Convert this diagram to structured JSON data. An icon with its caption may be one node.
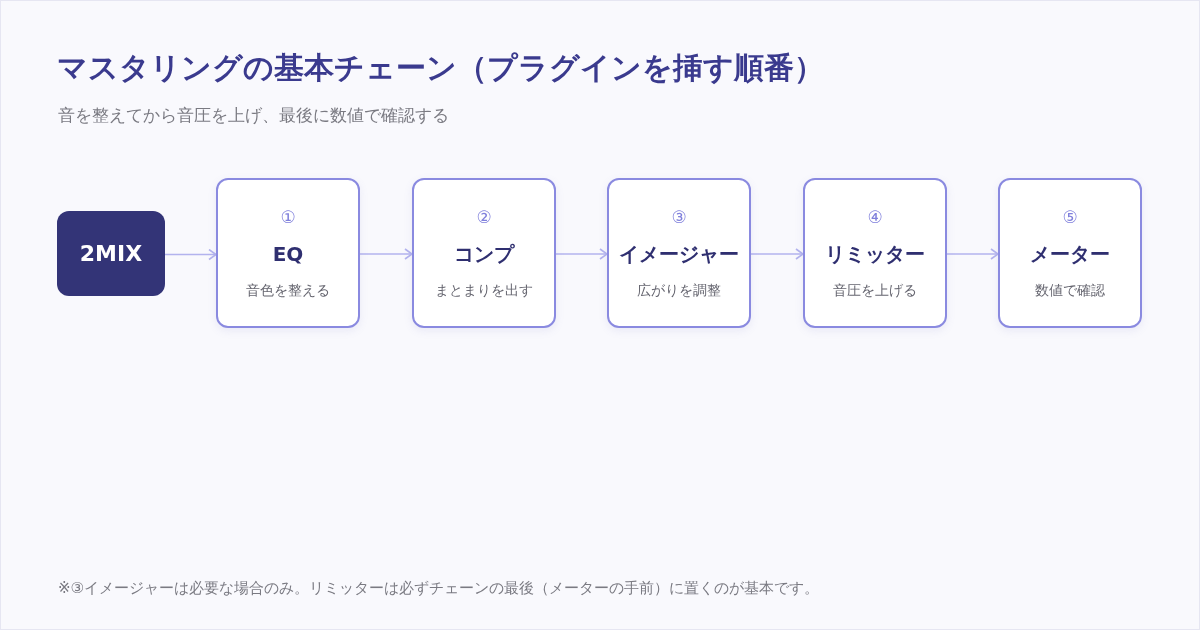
{
  "diagram": {
    "title": "マスタリングの基本チェーン（プラグインを挿す順番）",
    "nodes": [
      {
        "text": [
          "2MIX"
        ]
      },
      {
        "text": [
          "①",
          "EQ",
          "音色を整える"
        ]
      },
      {
        "text": [
          "②",
          "コンプ",
          "まとまりを出す"
        ]
      },
      {
        "text": [
          "③",
          "イメージャー",
          "広がりを調整"
        ]
      },
      {
        "text": [
          "④",
          "リミッター",
          "音圧を上げる"
        ]
      },
      {
        "text": [
          "⑤",
          "メーター",
          "数値で確認"
        ]
      }
    ],
    "edges": [
      {
        "from": 0,
        "to": 1,
        "arrow": "to"
      },
      {
        "from": 1,
        "to": 2,
        "arrow": "to"
      },
      {
        "from": 2,
        "to": 3,
        "arrow": "to"
      },
      {
        "from": 3,
        "to": 4,
        "arrow": "to"
      },
      {
        "from": 4,
        "to": 5,
        "arrow": "to"
      }
    ],
    "labels": [
      "音を整えてから音圧を上げ、最後に数値で確認する",
      "※③イメージャーは必要な場合のみ。リミッターは必ずチェーンの最後（メーターの手前）に置くのが基本です。"
    ]
  }
}
